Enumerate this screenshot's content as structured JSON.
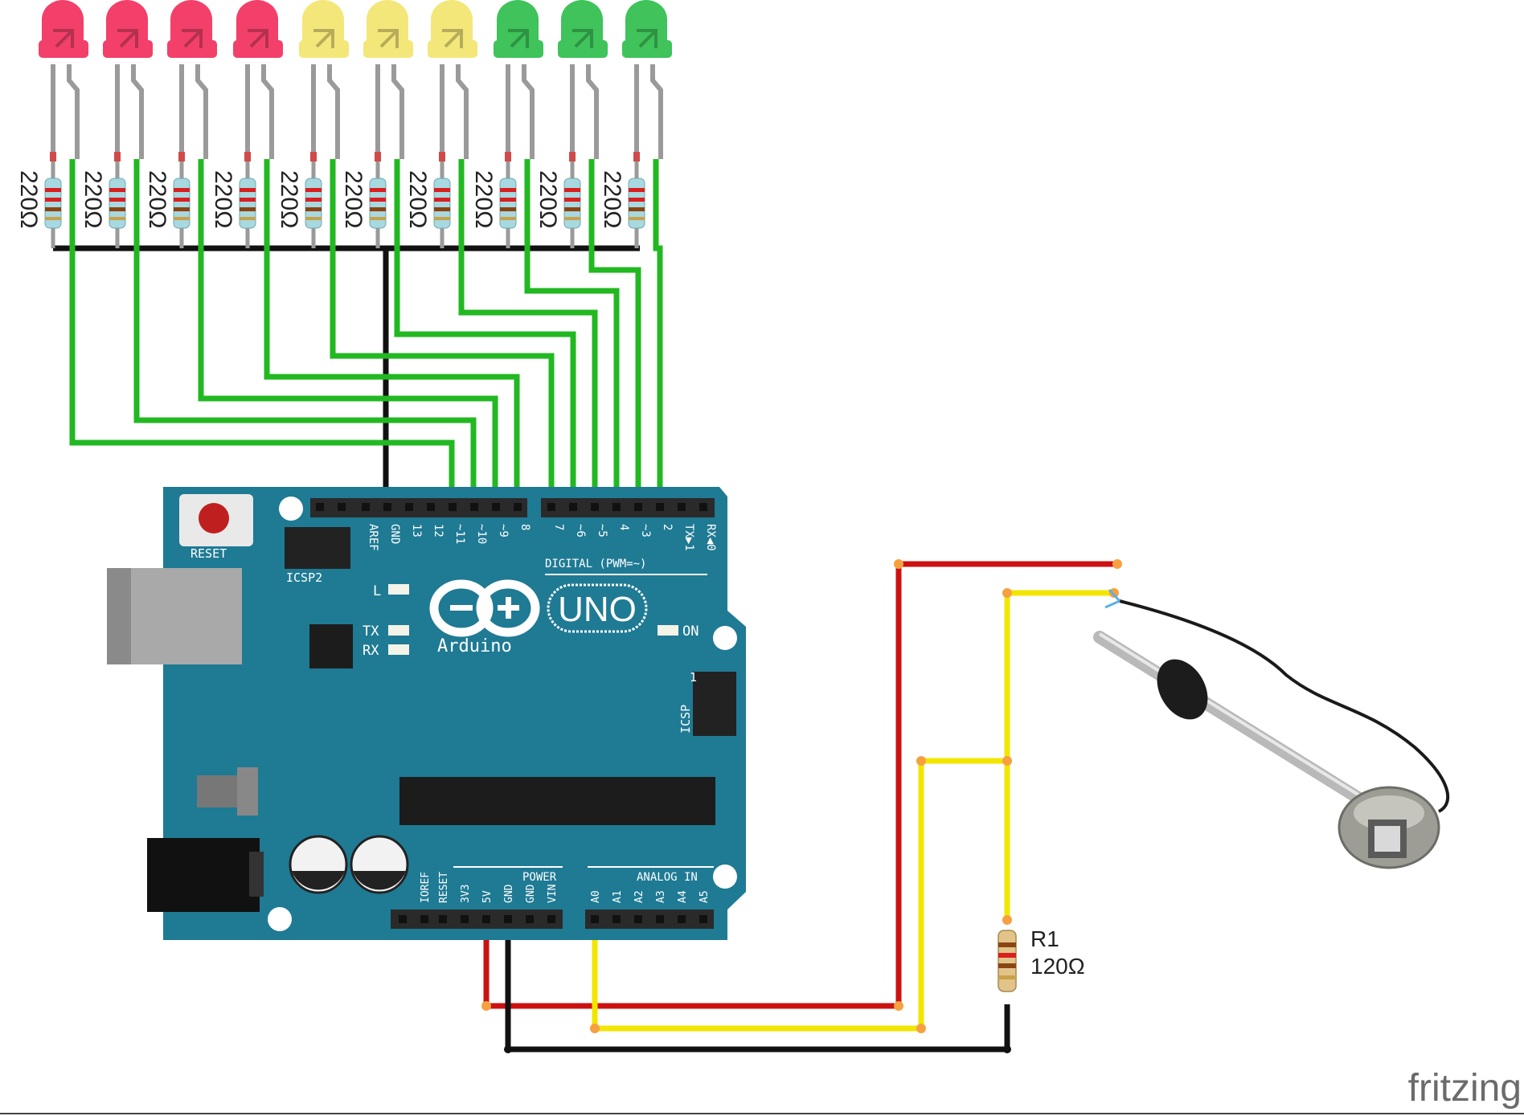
{
  "led_colors": [
    "red",
    "red",
    "red",
    "red",
    "yellow",
    "yellow",
    "yellow",
    "green",
    "green",
    "green"
  ],
  "resistor_label": "220Ω",
  "r1": {
    "name": "R1",
    "value": "120Ω"
  },
  "arduino": {
    "reset": "RESET",
    "icsp2": "ICSP2",
    "icsp": "ICSP",
    "icsp_pin1": "1",
    "brand": "Arduino",
    "model": "UNO",
    "led_l": "L",
    "led_tx": "TX",
    "led_rx": "RX",
    "led_on": "ON",
    "digital_label": "DIGITAL (PWM=~)",
    "power_label": "POWER",
    "analog_label": "ANALOG IN",
    "digital_pins": [
      "AREF",
      "GND",
      "13",
      "12",
      "~11",
      "~10",
      "~9",
      "8",
      "7",
      "~6",
      "~5",
      "4",
      "~3",
      "2",
      "TX▶1",
      "RX◀0"
    ],
    "power_pins": [
      "IOREF",
      "RESET",
      "3V3",
      "5V",
      "GND",
      "GND",
      "VIN"
    ],
    "analog_pins": [
      "A0",
      "A1",
      "A2",
      "A3",
      "A4",
      "A5"
    ]
  },
  "watermark": "fritzing",
  "colors": {
    "board": "#1f7a94",
    "wire_green": "#22b822",
    "wire_red": "#cc1111",
    "wire_yellow": "#f2e600",
    "wire_black": "#111111",
    "led_red": "#f2406a",
    "led_yellow": "#f3e77a",
    "led_green": "#3fc35a"
  }
}
